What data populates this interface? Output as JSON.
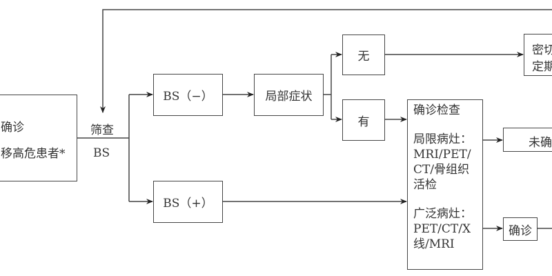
{
  "diagram": {
    "start_box": {
      "line1": "确诊",
      "line2": "移高危患者*"
    },
    "screen_label_top": "筛查",
    "screen_label_bottom": "BS",
    "bs_negative": "BS（−）",
    "bs_positive": "BS（+）",
    "local_symptoms": "局部症状",
    "no_branch": "无",
    "yes_branch": "有",
    "follow_up_box": {
      "line1": "密切",
      "line2": "定期"
    },
    "exam_box": {
      "title": "确诊检查",
      "localized_label": "局限病灶：",
      "localized_methods": [
        "MRI/PET/",
        "CT/骨组织",
        "活检"
      ],
      "diffuse_label": "广泛病灶：",
      "diffuse_methods": [
        "PET/CT/X",
        "线/MRI"
      ]
    },
    "unconfirmed_box": "未确",
    "confirmed_box": "确诊"
  }
}
